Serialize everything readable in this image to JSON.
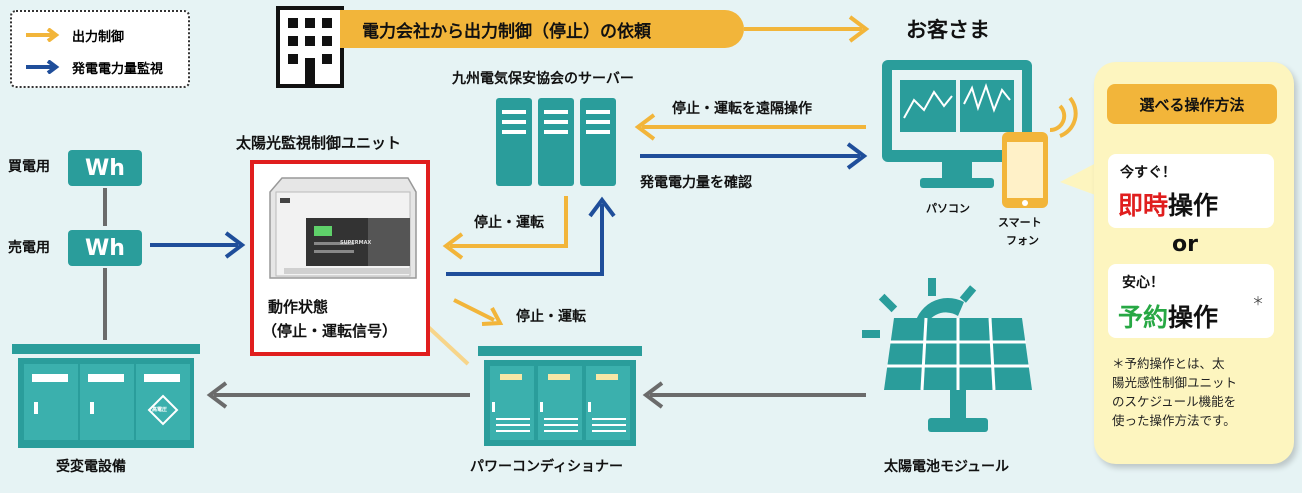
{
  "legend": {
    "output_control": "出力制御",
    "generation_monitoring": "発電電力量監視"
  },
  "banner": {
    "text": "電力会社から出力制御（停止）の依頼"
  },
  "customer": {
    "title": "お客さま"
  },
  "server": {
    "label": "九州電気保安協会のサーバー"
  },
  "unit": {
    "title": "太陽光監視制御ユニット",
    "status_line1": "動作状態",
    "status_line2": "（停止・運転信号）",
    "device_text": "SUPERMAX"
  },
  "meters": {
    "buy_label": "買電用",
    "sell_label": "売電用",
    "unit_text": "Wh"
  },
  "arrows": {
    "remote_op": "停止・運転を遠隔操作",
    "confirm": "発電電力量を確認",
    "stop_run_left": "停止・運転",
    "stop_run_lower": "停止・運転"
  },
  "devices": {
    "pc": "パソコン",
    "smartphone_1": "スマート",
    "smartphone_2": "フォン",
    "substation": "受変電設備",
    "substation_badge": "高電圧",
    "pcs": "パワーコンディショナー",
    "solar": "太陽電池モジュール"
  },
  "options": {
    "title": "選べる操作方法",
    "now": "今すぐ！",
    "immediate_red": "即時",
    "immediate_black": "操作",
    "or": "or",
    "safe": "安心！",
    "scheduled_green": "予約",
    "scheduled_black": "操作",
    "asterisk": "＊",
    "note_1": "＊予約操作とは、太",
    "note_2": "陽光感性制御ユニット",
    "note_3": "のスケジュール機能を",
    "note_4": "使った操作方法です。"
  },
  "colors": {
    "orange": "#f2b53a",
    "blue": "#1f4e9a",
    "teal": "#2a9d9b",
    "gray": "#6b6b6b",
    "red": "#e01e1e",
    "green": "#27a844"
  }
}
